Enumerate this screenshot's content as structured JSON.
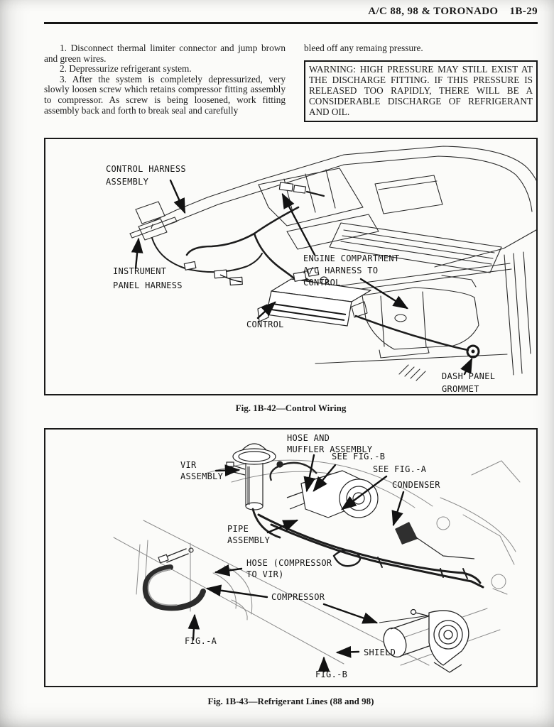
{
  "header": {
    "title": "A/C 88, 98 & TORONADO",
    "page_number": "1B-29"
  },
  "body": {
    "left_column": {
      "step1": "1. Disconnect thermal limiter connector and jump brown and green wires.",
      "step2": "2. Depressurize refrigerant system.",
      "step3": "3. After the system is completely depressurized, very slowly loosen screw which retains compressor fitting assembly to compressor. As screw is being loosened, work fitting assembly back and forth to break seal and carefully"
    },
    "right_column": {
      "continuation": "bleed off any remaing pressure.",
      "warning": "WARNING: HIGH PRESSURE MAY STILL EXIST AT THE DISCHARGE FITTING. IF THIS PRESSURE IS RELEASED TOO RAPIDLY, THERE WILL BE A CONSIDERABLE DISCHARGE OF REFRIGERANT AND OIL."
    }
  },
  "figure1": {
    "caption": "Fig. 1B-42—Control Wiring",
    "labels": {
      "control_harness_1": "CONTROL HARNESS",
      "control_harness_2": "ASSEMBLY",
      "instrument_panel_1": "INSTRUMENT",
      "instrument_panel_2": "PANEL HARNESS",
      "engine_compartment_1": "ENGINE COMPARTMENT",
      "engine_compartment_2": "A/C HARNESS TO",
      "engine_compartment_3": "CONTROL",
      "control": "CONTROL",
      "dash_panel_1": "DASH PANEL",
      "dash_panel_2": "GROMMET"
    }
  },
  "figure2": {
    "caption": "Fig. 1B-43—Refrigerant Lines (88 and 98)",
    "labels": {
      "hose_muffler_1": "HOSE AND",
      "hose_muffler_2": "MUFFLER ASSEMBLY",
      "vir_1": "VIR",
      "vir_2": "ASSEMBLY",
      "see_fig_b": "SEE FIG.-B",
      "see_fig_a": "SEE FIG.-A",
      "condenser": "CONDENSER",
      "pipe_1": "PIPE",
      "pipe_2": "ASSEMBLY",
      "hose_vir_1": "HOSE (COMPRESSOR",
      "hose_vir_2": "TO VIR)",
      "compressor": "COMPRESSOR",
      "fig_a": "FIG.-A",
      "shield": "SHIELD",
      "fig_b": "FIG.-B"
    }
  }
}
